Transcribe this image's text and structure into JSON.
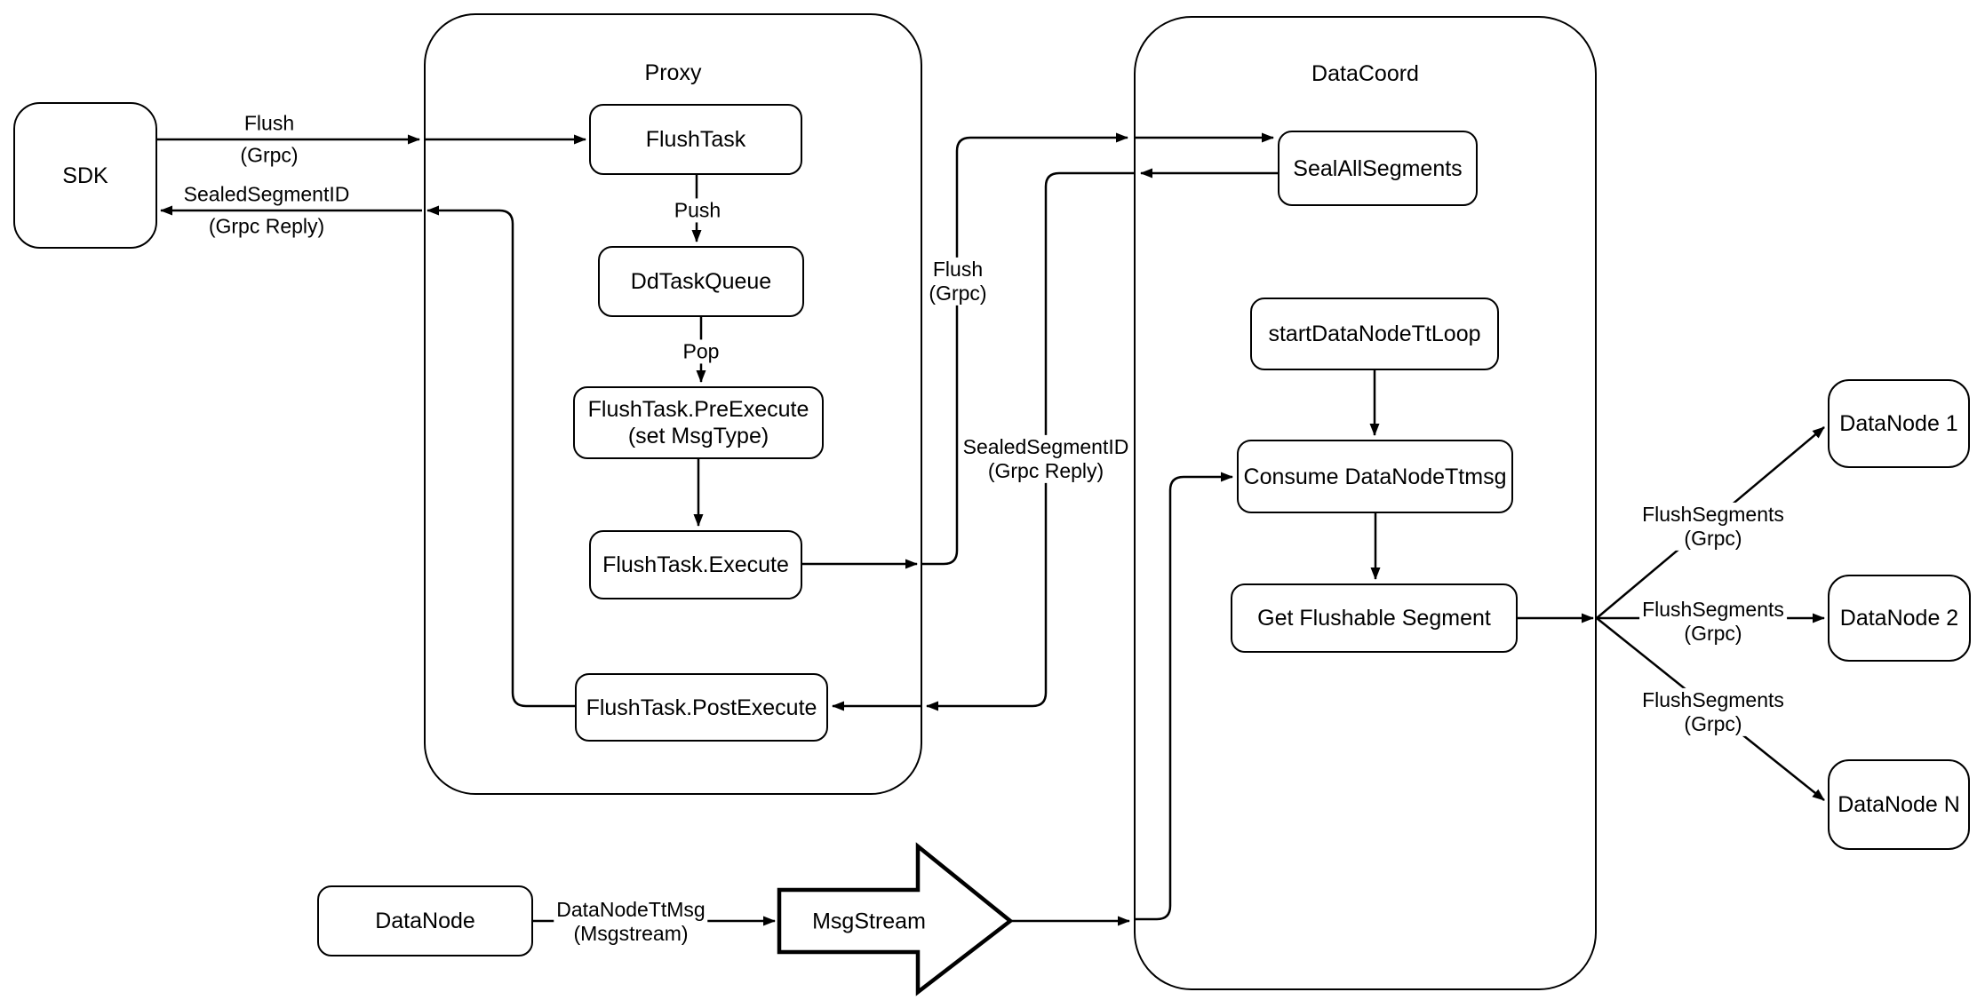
{
  "containers": {
    "proxy": {
      "title": "Proxy"
    },
    "datacoord": {
      "title": "DataCoord"
    }
  },
  "nodes": {
    "sdk": {
      "label": "SDK"
    },
    "flush_task": {
      "label": "FlushTask"
    },
    "dd_task_queue": {
      "label": "DdTaskQueue"
    },
    "pre_execute": {
      "label": "FlushTask.PreExecute",
      "label2": "(set MsgType)"
    },
    "execute": {
      "label": "FlushTask.Execute"
    },
    "post_execute": {
      "label": "FlushTask.PostExecute"
    },
    "seal_all_segments": {
      "label": "SealAllSegments"
    },
    "start_tt_loop": {
      "label": "startDataNodeTtLoop"
    },
    "consume_ttmsg": {
      "label": "Consume DataNodeTtmsg"
    },
    "get_flushable": {
      "label": "Get Flushable Segment"
    },
    "datanode_1": {
      "label": "DataNode 1"
    },
    "datanode_2": {
      "label": "DataNode 2"
    },
    "datanode_n": {
      "label": "DataNode N"
    },
    "datanode_src": {
      "label": "DataNode"
    },
    "msg_stream": {
      "label": "MsgStream"
    }
  },
  "edge_labels": {
    "flush_sdk": {
      "line1": "Flush",
      "line2": "(Grpc)"
    },
    "sealed_sdk": {
      "line1": "SealedSegmentID",
      "line2": "(Grpc Reply)"
    },
    "push": {
      "line1": "Push"
    },
    "pop": {
      "line1": "Pop"
    },
    "flush_mid": {
      "line1": "Flush",
      "line2": "(Grpc)"
    },
    "sealed_mid": {
      "line1": "SealedSegmentID",
      "line2": "(Grpc Reply)"
    },
    "flush_segments_1": {
      "line1": "FlushSegments",
      "line2": "(Grpc)"
    },
    "flush_segments_2": {
      "line1": "FlushSegments",
      "line2": "(Grpc)"
    },
    "flush_segments_3": {
      "line1": "FlushSegments",
      "line2": "(Grpc)"
    },
    "datanode_ttmsg": {
      "line1": "DataNodeTtMsg",
      "line2": "(Msgstream)"
    }
  },
  "colors": {
    "stroke": "#000000",
    "background": "#ffffff"
  }
}
